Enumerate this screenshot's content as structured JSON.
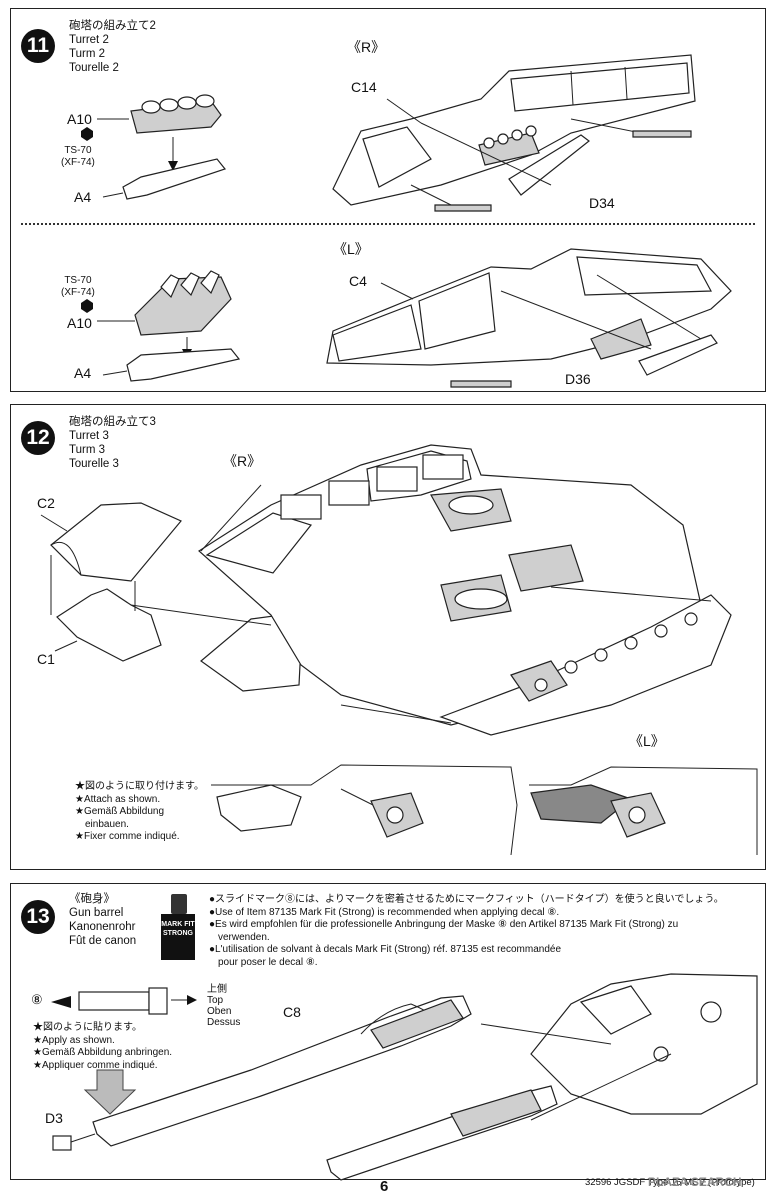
{
  "steps": [
    {
      "number": "11",
      "title_jp": "砲塔の組み立て2",
      "title_en": "Turret 2",
      "title_de": "Turm 2",
      "title_fr": "Tourelle 2",
      "side_r": "《R》",
      "side_l": "《L》",
      "parts": {
        "a10": "A10",
        "a4": "A4",
        "c14": "C14",
        "d34": "D34",
        "c4": "C4",
        "d36": "D36"
      },
      "paint_code": "TS-70",
      "paint_code_alt": "(XF-74)"
    },
    {
      "number": "12",
      "title_jp": "砲塔の組み立て3",
      "title_en": "Turret 3",
      "title_de": "Turm 3",
      "title_fr": "Tourelle 3",
      "side_r": "《R》",
      "side_l": "《L》",
      "parts": {
        "c2": "C2",
        "c1": "C1"
      },
      "notes": [
        "★図のように取り付けます。",
        "★Attach as shown.",
        "★Gemäß Abbildung",
        "einbauen.",
        "★Fixer comme indiqué."
      ]
    },
    {
      "number": "13",
      "title_jp": "《砲身》",
      "title_en": "Gun barrel",
      "title_de": "Kanonenrohr",
      "title_fr": "Fût de canon",
      "parts": {
        "c8": "C8",
        "d3": "D3"
      },
      "decal_num": "⑧",
      "top_jp": "上側",
      "top_en": "Top",
      "top_de": "Oben",
      "top_fr": "Dessus",
      "bottle_label": "MARK FIT",
      "bottle_sub": "STRONG",
      "info": [
        "●スライドマーク⑧には、よりマークを密着させるためにマークフィット（ハードタイプ）を使うと良いでしょう。",
        "●Use of Item 87135 Mark Fit (Strong) is recommended when applying decal ⑧.",
        "●Es wird empfohlen für die professionelle Anbringung der Maske ⑧ den Artikel 87135 Mark Fit (Strong) zu",
        "verwenden.",
        "●L'utilisation de solvant à decals Mark Fit (Strong) réf. 87135 est recommandée",
        "pour poser le decal ⑧."
      ],
      "notes": [
        "★図のように貼ります。",
        "★Apply as shown.",
        "★Gemäß Abbildung anbringen.",
        "★Appliquer comme indiqué."
      ]
    }
  ],
  "page_number": "6",
  "footer_code": "32596 JGSDF Type 16 MCV (Prototype)",
  "watermark": "PLAZA SEARCH"
}
